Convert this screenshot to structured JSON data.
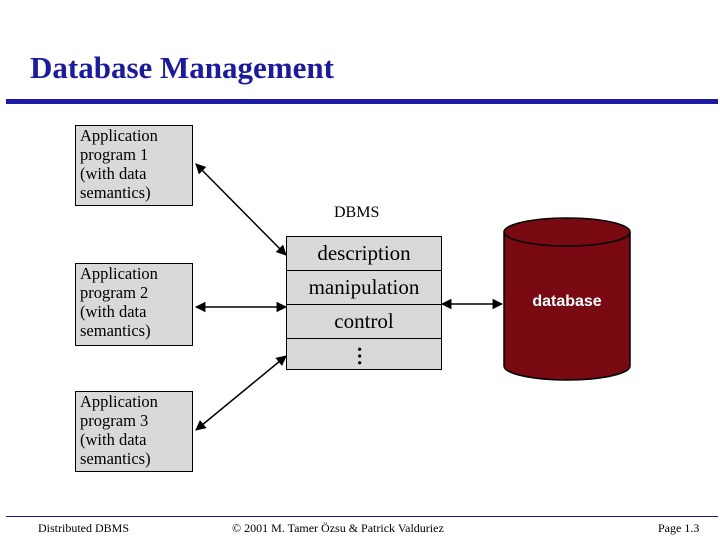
{
  "slide": {
    "title": "Database Management"
  },
  "applications": [
    {
      "lines": [
        "Application",
        "program 1",
        "(with data",
        "semantics)"
      ]
    },
    {
      "lines": [
        "Application",
        "program 2",
        "(with data",
        "semantics)"
      ]
    },
    {
      "lines": [
        "Application",
        "program 3",
        "(with data",
        "semantics)"
      ]
    }
  ],
  "dbms": {
    "label": "DBMS",
    "rows": [
      "description",
      "manipulation",
      "control",
      "…"
    ]
  },
  "database": {
    "label": "database",
    "fill": "#7a0a12",
    "stroke": "#000000"
  },
  "footer": {
    "left": "Distributed DBMS",
    "center": "© 2001 M. Tamer Özsu & Patrick Valduriez",
    "right": "Page 1.3"
  },
  "colors": {
    "title": "#1a1aa6",
    "box": "#d9d9d9"
  }
}
